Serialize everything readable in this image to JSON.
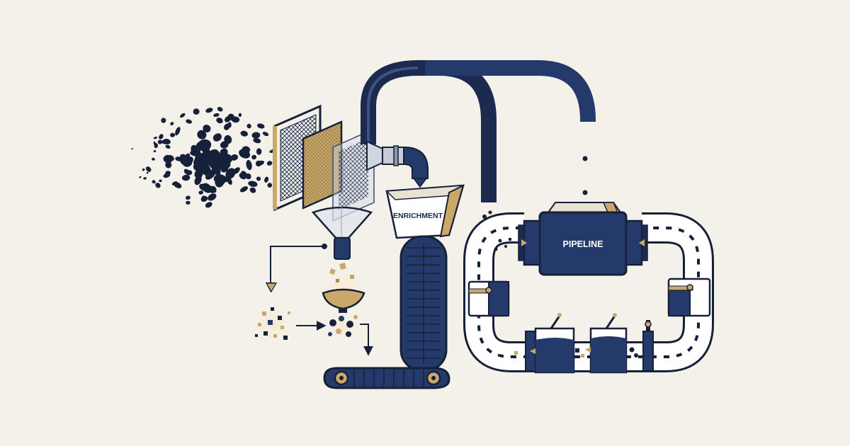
{
  "labels": {
    "enrichment": "ENRICHMENT",
    "pipeline": "PIPELINE"
  },
  "colors": {
    "background": "#f4f1ea",
    "navy": "#243a6b",
    "navy_dark": "#1b2a4e",
    "ink": "#162038",
    "gold": "#c9a86a",
    "gold_dark": "#a8894e",
    "pipe_fill": "#ffffff"
  },
  "icons": [
    "raw-data-particles",
    "filter-screens",
    "funnel-icon",
    "sieve-bowl-icon",
    "enrichment-hopper",
    "conveyor-belt",
    "pipeline-machine",
    "valve-icon",
    "arrow-icon"
  ]
}
